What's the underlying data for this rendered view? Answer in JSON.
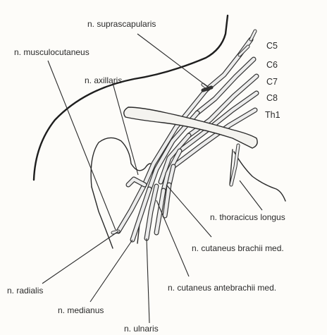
{
  "labels": {
    "suprascapularis": "n. suprascapularis",
    "musculocutaneus": "n. musculocutaneus",
    "axillaris": "n. axillaris",
    "c5": "C5",
    "c6": "C6",
    "c7": "C7",
    "c8": "C8",
    "th1": "Th1",
    "thoracicus_longus": "n. thoracicus longus",
    "cutaneus_brachii": "n. cutaneus brachii med.",
    "cutaneus_antebrachii": "n. cutaneus antebrachii med.",
    "radialis": "n. radialis",
    "medianus": "n. medianus",
    "ulnaris": "n. ulnaris"
  }
}
